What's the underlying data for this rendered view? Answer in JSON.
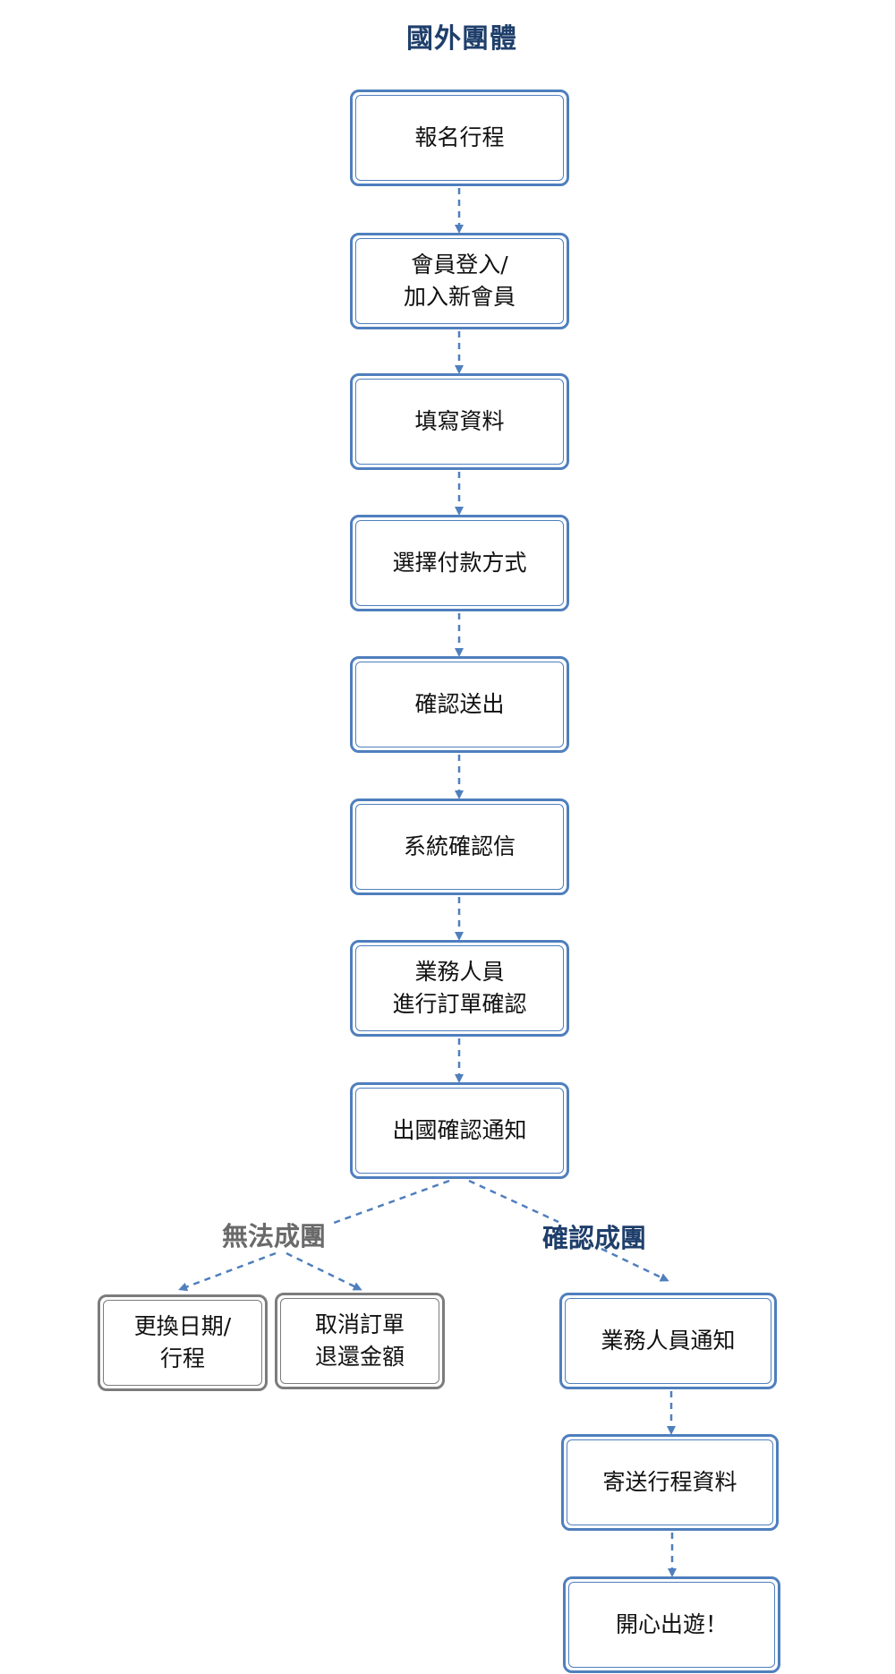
{
  "title": "國外團體",
  "colors": {
    "title": "#1f3f6b",
    "box_border": "#4f7fbd",
    "gray_border": "#7c7c7c",
    "connector": "#4f7fbd",
    "branch_fail": "#6a6a6a",
    "branch_ok": "#1f3f6b"
  },
  "steps": [
    "報名行程",
    "會員登入/\n加入新會員",
    "填寫資料",
    "選擇付款方式",
    "確認送出",
    "系統確認信",
    "業務人員\n進行訂單確認",
    "出國確認通知"
  ],
  "branches": {
    "fail": {
      "label": "無法成團",
      "options": [
        "更換日期/\n行程",
        "取消訂單\n退還金額"
      ]
    },
    "ok": {
      "label": "確認成團",
      "steps": [
        "業務人員通知",
        "寄送行程資料",
        "開心出遊！"
      ]
    }
  }
}
